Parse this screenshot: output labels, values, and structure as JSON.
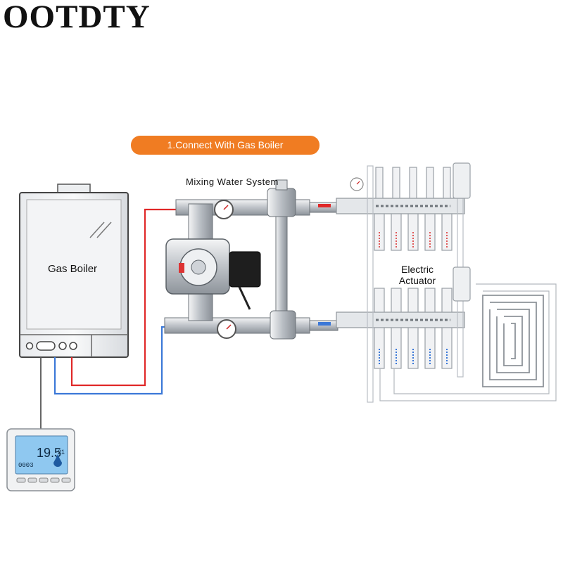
{
  "brand": "OOTDTY",
  "banner": "1.Connect With Gas Boiler",
  "labels": {
    "mixing": "Mixing Water System",
    "boiler": "Gas Boiler",
    "actuator_line1": "Electric",
    "actuator_line2": "Actuator"
  },
  "thermostat": {
    "temperature": "19.5",
    "clock": "0003",
    "small": "21"
  },
  "colors": {
    "banner": "#f07c22",
    "supply_pipe": "#e02828",
    "return_pipe": "#3b78d8",
    "lcd": "#8fc8f0",
    "metal": "#c9cdd2"
  },
  "icons": [
    "flame-icon",
    "gauge-icon"
  ]
}
